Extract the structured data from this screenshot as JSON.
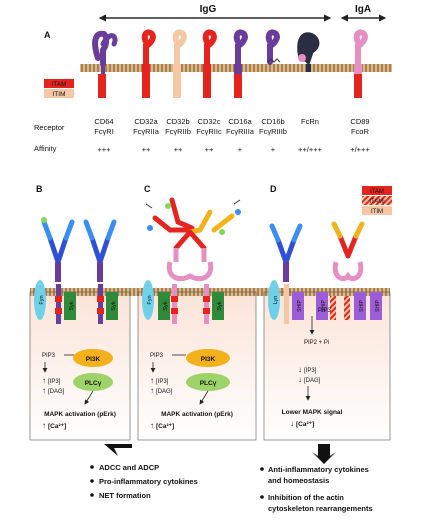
{
  "colors": {
    "membrane": "#a9814f",
    "itam": "#e52420",
    "itim": "#f6c7a5",
    "igg_heavy": "#6a3d9a",
    "iga": "#e58fc2",
    "fcrn": "#2b2d42",
    "syk": "#2f8a3a",
    "fyn": "#6fd0ea",
    "pi3k": "#f3b21b",
    "ship": "#9d5dd6",
    "bg_panel": "#fbe4d8"
  },
  "panel_a": {
    "letter": "A",
    "igg_label": "IgG",
    "iga_label": "IgA",
    "legend": {
      "itam": "ITAM",
      "itim": "ITIM"
    },
    "row_receptor": "Receptor",
    "row_affinity": "Affinity",
    "receptors": [
      {
        "name": "CD64",
        "sub": "FcγRI",
        "affinity": "+++"
      },
      {
        "name": "CD32a",
        "sub": "FcγRIIa",
        "affinity": "++"
      },
      {
        "name": "CD32b",
        "sub": "FcγRIIb",
        "affinity": "++"
      },
      {
        "name": "CD32c",
        "sub": "FcγRIIc",
        "affinity": "++"
      },
      {
        "name": "CD16a",
        "sub": "FcγRIIIa",
        "affinity": "+"
      },
      {
        "name": "CD16b",
        "sub": "FcγRIIIb",
        "affinity": "+"
      },
      {
        "name": "FcRn",
        "sub": "",
        "affinity": "++/+++"
      },
      {
        "name": "CD89",
        "sub": "FcαR",
        "affinity": "+/+++"
      }
    ]
  },
  "panel_b": {
    "letter": "B",
    "fyn": "Fyn",
    "syk": "Syk",
    "pip3": "PIP3",
    "pi3k": "PI3K",
    "plc": "PLCγ",
    "ip3": "[IP3]",
    "dag": "[DAG]",
    "sub_i": "i",
    "mapk": "MAPK activation (pErk)",
    "ca": "[Ca²⁺]",
    "outcomes": [
      "ADCC and  ADCP",
      "Pro-inflammatory cytokines",
      "NET formation"
    ]
  },
  "panel_c": {
    "letter": "C",
    "fyn": "Fyn",
    "syk": "Syk",
    "pip3": "PIP3",
    "pi3k": "PI3K",
    "plc": "PLCγ",
    "ip3": "[IP3]",
    "dag": "[DAG]",
    "sub_i": "i",
    "mapk": "MAPK activation (pErk)",
    "ca": "[Ca²⁺]"
  },
  "panel_d": {
    "letter": "D",
    "lyn": "Lyn",
    "ship": "SHIP",
    "pip3": "PIP3",
    "pip2": "PIP2 + Pi",
    "ip3": "[IP3]",
    "dag": "[DAG]",
    "sub_i": "i",
    "mapk": "Lower MAPK signal",
    "ca": "[Ca²⁺]",
    "legend": {
      "itam": "ITAM",
      "itamr": "ITAMi",
      "itim": "ITIM"
    },
    "outcomes": [
      "Anti-inflammatory cytokines and homeostasis",
      "Inhibition of the actin cytoskeleton rearrangements"
    ]
  }
}
